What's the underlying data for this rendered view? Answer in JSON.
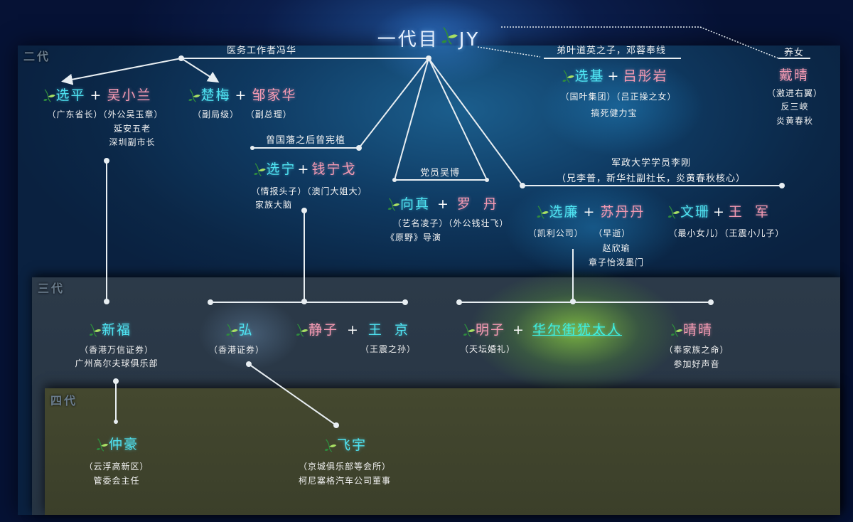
{
  "title": {
    "main": "一代目",
    "suffix": "JY"
  },
  "generations": {
    "g2": "二代",
    "g3": "三代",
    "g4": "四代"
  },
  "labels": {
    "doctor": "医务工作者冯华",
    "zeng_line": "曾国藩之后曾宪植",
    "wu_bo": "党员吴博",
    "ye_line": "弟叶道英之子，邓蓉奉线",
    "military": "军政大学学员李刚",
    "military_note": "（兄李普，新华社副社长，炎黄春秋核心）",
    "adopted": "养女"
  },
  "people": {
    "xuanping": {
      "name": "选平",
      "spouse": "吴小兰",
      "note1": "（广东省长）（外公吴玉章）",
      "note2": "延安五老",
      "note3": "深圳副市长"
    },
    "chumei": {
      "name": "楚梅",
      "spouse": "邹家华",
      "note1": "（副局级）  （副总理）"
    },
    "xuanning": {
      "name": "选宁",
      "spouse": "钱宁戈",
      "note1": "（情报头子）（澳门大姐大）",
      "note2": "家族大脑"
    },
    "xiangzhen": {
      "name": "向真",
      "spouse": "罗  丹",
      "note1": "（艺名凌子）（外公钱壮飞）",
      "note2": "《原野》导演"
    },
    "xuanji": {
      "name": "选基",
      "spouse": "吕彤岩",
      "note1": "（国叶集团）（吕正操之女）",
      "note2": "搞死健力宝"
    },
    "daiqing": {
      "name": "戴晴",
      "note1": "（激进右翼）",
      "note2": "反三峡",
      "note3": "炎黄春秋"
    },
    "xuanlian": {
      "name": "选廉",
      "spouse": "苏丹丹",
      "note1": "（凯利公司）   （早逝）",
      "note2": "赵欣瑜",
      "note3": "章子怡泼墨门"
    },
    "wenshan": {
      "name": "文珊",
      "spouse": "王  军",
      "note1": "（最小女儿）（王震小儿子）"
    },
    "xinfu": {
      "name": "新福",
      "note1": "（香港万信证券）",
      "note2": "广州高尔夫球俱乐部"
    },
    "hong": {
      "name": "弘",
      "note1": "（香港证券）"
    },
    "jingzi": {
      "name": "静子",
      "spouse": "王  京",
      "note1": "（王震之孙）"
    },
    "mingzi": {
      "name": "明子",
      "spouse": "华尔街犹太人",
      "note1": "（天坛婚礼）"
    },
    "qingqing": {
      "name": "晴晴",
      "note1": "（奉家族之命）",
      "note2": "参加好声音"
    },
    "zhonghao": {
      "name": "仲豪",
      "note1": "（云浮高新区）",
      "note2": "管委会主任"
    },
    "feiyu": {
      "name": "飞宇",
      "note1": "（京城俱乐部等会所）",
      "note2": "柯尼塞格汽车公司董事"
    }
  },
  "symbols": {
    "plus": "+"
  },
  "colors": {
    "blood": "#4fe3f2",
    "spouse": "#f49ab3",
    "line": "#e8eef2",
    "leaf_light": "#a8e063",
    "leaf_dark": "#2e8b3e"
  }
}
